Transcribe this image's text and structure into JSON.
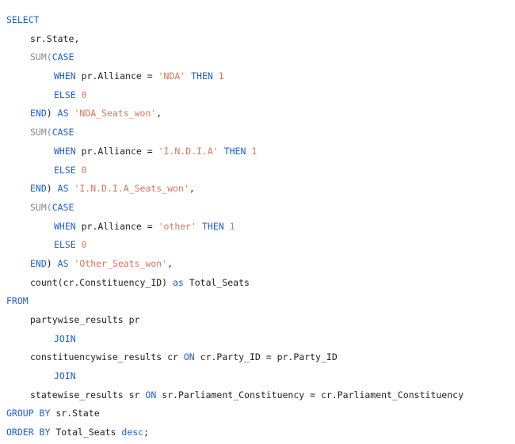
{
  "editor": {
    "lines": [
      {
        "indent": 0,
        "tokens": [
          {
            "t": "kw",
            "v": "SELECT"
          }
        ]
      },
      {
        "indent": 1,
        "tokens": [
          {
            "t": "op",
            "v": "sr.State,"
          }
        ]
      },
      {
        "indent": 1,
        "tokens": [
          {
            "t": "fn",
            "v": "SUM("
          },
          {
            "t": "kw",
            "v": "CASE"
          }
        ]
      },
      {
        "indent": 2,
        "tokens": [
          {
            "t": "kw",
            "v": "WHEN"
          },
          {
            "t": "op",
            "v": " pr.Alliance = "
          },
          {
            "t": "str",
            "v": "'NDA'"
          },
          {
            "t": "op",
            "v": " "
          },
          {
            "t": "kw",
            "v": "THEN"
          },
          {
            "t": "op",
            "v": " "
          },
          {
            "t": "num",
            "v": "1"
          }
        ]
      },
      {
        "indent": 2,
        "tokens": [
          {
            "t": "kw",
            "v": "ELSE"
          },
          {
            "t": "op",
            "v": " "
          },
          {
            "t": "num",
            "v": "0"
          }
        ]
      },
      {
        "indent": 1,
        "tokens": [
          {
            "t": "kw",
            "v": "END"
          },
          {
            "t": "op",
            "v": ") "
          },
          {
            "t": "kw",
            "v": "AS"
          },
          {
            "t": "op",
            "v": " "
          },
          {
            "t": "str",
            "v": "'NDA_Seats_won'"
          },
          {
            "t": "op",
            "v": ","
          }
        ]
      },
      {
        "indent": 1,
        "tokens": [
          {
            "t": "fn",
            "v": "SUM("
          },
          {
            "t": "kw",
            "v": "CASE"
          }
        ]
      },
      {
        "indent": 2,
        "tokens": [
          {
            "t": "kw",
            "v": "WHEN"
          },
          {
            "t": "op",
            "v": " pr.Alliance = "
          },
          {
            "t": "str",
            "v": "'I.N.D.I.A'"
          },
          {
            "t": "op",
            "v": " "
          },
          {
            "t": "kw",
            "v": "THEN"
          },
          {
            "t": "op",
            "v": " "
          },
          {
            "t": "num",
            "v": "1"
          }
        ]
      },
      {
        "indent": 2,
        "tokens": [
          {
            "t": "kw",
            "v": "ELSE"
          },
          {
            "t": "op",
            "v": " "
          },
          {
            "t": "num",
            "v": "0"
          }
        ]
      },
      {
        "indent": 1,
        "tokens": [
          {
            "t": "kw",
            "v": "END"
          },
          {
            "t": "op",
            "v": ") "
          },
          {
            "t": "kw",
            "v": "AS"
          },
          {
            "t": "op",
            "v": " "
          },
          {
            "t": "str",
            "v": "'I.N.D.I.A_Seats_won'"
          },
          {
            "t": "op",
            "v": ","
          }
        ]
      },
      {
        "indent": 1,
        "tokens": [
          {
            "t": "fn",
            "v": "SUM("
          },
          {
            "t": "kw",
            "v": "CASE"
          }
        ]
      },
      {
        "indent": 2,
        "tokens": [
          {
            "t": "kw",
            "v": "WHEN"
          },
          {
            "t": "op",
            "v": " pr.Alliance = "
          },
          {
            "t": "str",
            "v": "'other'"
          },
          {
            "t": "op",
            "v": " "
          },
          {
            "t": "kw",
            "v": "THEN"
          },
          {
            "t": "op",
            "v": " "
          },
          {
            "t": "num",
            "v": "1"
          }
        ]
      },
      {
        "indent": 2,
        "tokens": [
          {
            "t": "kw",
            "v": "ELSE"
          },
          {
            "t": "op",
            "v": " "
          },
          {
            "t": "num",
            "v": "0"
          }
        ]
      },
      {
        "indent": 1,
        "tokens": [
          {
            "t": "kw",
            "v": "END"
          },
          {
            "t": "op",
            "v": ") "
          },
          {
            "t": "kw",
            "v": "AS"
          },
          {
            "t": "op",
            "v": " "
          },
          {
            "t": "str",
            "v": "'Other_Seats_won'"
          },
          {
            "t": "op",
            "v": ","
          }
        ]
      },
      {
        "indent": 1,
        "tokens": [
          {
            "t": "op",
            "v": "count(cr.Constituency_ID) "
          },
          {
            "t": "kw",
            "v": "as"
          },
          {
            "t": "op",
            "v": " Total_Seats"
          }
        ]
      },
      {
        "indent": 0,
        "tokens": [
          {
            "t": "kw",
            "v": "FROM"
          }
        ]
      },
      {
        "indent": 1,
        "tokens": [
          {
            "t": "op",
            "v": "partywise_results pr"
          }
        ]
      },
      {
        "indent": 2,
        "tokens": [
          {
            "t": "kw",
            "v": "JOIN"
          }
        ]
      },
      {
        "indent": 1,
        "tokens": [
          {
            "t": "op",
            "v": "constituencywise_results cr "
          },
          {
            "t": "kw",
            "v": "ON"
          },
          {
            "t": "op",
            "v": " cr.Party_ID = pr.Party_ID"
          }
        ]
      },
      {
        "indent": 2,
        "tokens": [
          {
            "t": "kw",
            "v": "JOIN"
          }
        ]
      },
      {
        "indent": 1,
        "tokens": [
          {
            "t": "op",
            "v": "statewise_results sr "
          },
          {
            "t": "kw",
            "v": "ON"
          },
          {
            "t": "op",
            "v": " sr.Parliament_Constituency = cr.Parliament_Constituency"
          }
        ]
      },
      {
        "indent": 0,
        "tokens": [
          {
            "t": "kw",
            "v": "GROUP BY"
          },
          {
            "t": "op",
            "v": " sr.State"
          }
        ]
      },
      {
        "indent": 0,
        "tokens": [
          {
            "t": "kw",
            "v": "ORDER BY"
          },
          {
            "t": "op",
            "v": " Total_Seats "
          },
          {
            "t": "kw",
            "v": "desc"
          },
          {
            "t": "op",
            "v": ";"
          }
        ]
      }
    ]
  },
  "colors": {
    "keyword": "#1a5fd0",
    "function": "#8a8a8a",
    "string": "#d4785a",
    "number": "#d4785a",
    "text": "#1f1f1f",
    "background": "#ffffff"
  }
}
